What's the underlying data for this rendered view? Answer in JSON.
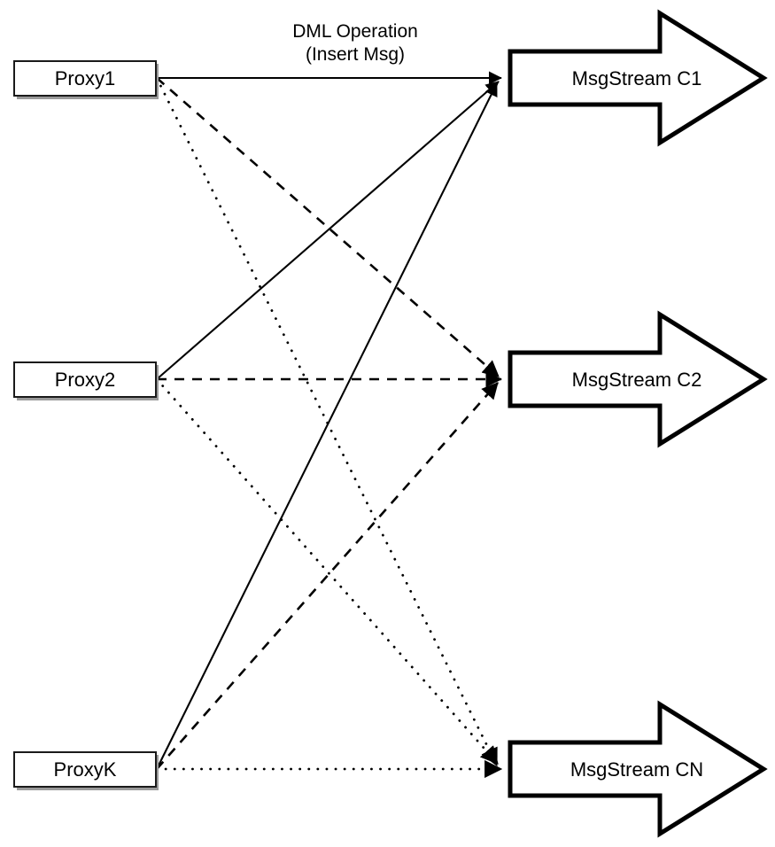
{
  "diagram": {
    "title_label": "DML Operation",
    "subtitle_label": "(Insert Msg)",
    "background_color": "#ffffff",
    "stroke_color": "#000000",
    "proxies": [
      {
        "id": "proxy1",
        "label": "Proxy1"
      },
      {
        "id": "proxy2",
        "label": "Proxy2"
      },
      {
        "id": "proxyK",
        "label": "ProxyK"
      }
    ],
    "streams": [
      {
        "id": "c1",
        "label": "MsgStream C1"
      },
      {
        "id": "c2",
        "label": "MsgStream C2"
      },
      {
        "id": "cn",
        "label": "MsgStream CN"
      }
    ],
    "edges": [
      {
        "from": "proxy1",
        "to": "c1",
        "style": "solid"
      },
      {
        "from": "proxy1",
        "to": "c2",
        "style": "dashed"
      },
      {
        "from": "proxy1",
        "to": "cn",
        "style": "dotted"
      },
      {
        "from": "proxy2",
        "to": "c1",
        "style": "solid"
      },
      {
        "from": "proxy2",
        "to": "c2",
        "style": "dashed"
      },
      {
        "from": "proxy2",
        "to": "cn",
        "style": "dotted"
      },
      {
        "from": "proxyK",
        "to": "c1",
        "style": "solid"
      },
      {
        "from": "proxyK",
        "to": "c2",
        "style": "dashed"
      },
      {
        "from": "proxyK",
        "to": "cn",
        "style": "dotted"
      }
    ]
  }
}
